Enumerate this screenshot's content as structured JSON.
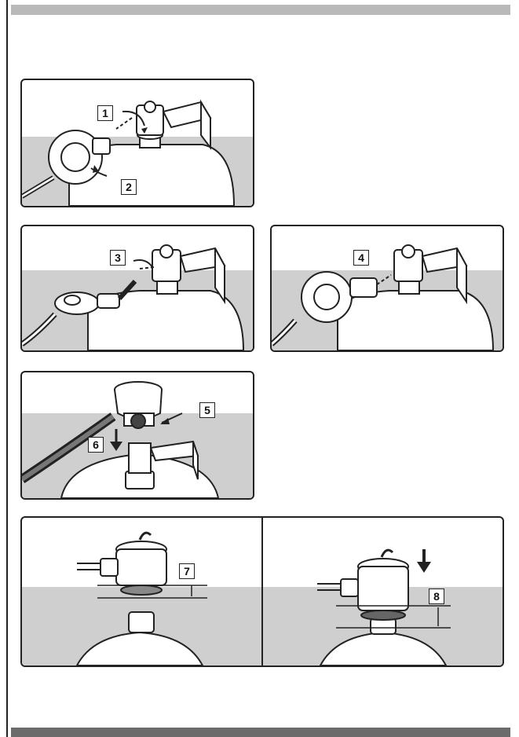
{
  "steps": {
    "s1": "1",
    "s2": "2",
    "s3": "3",
    "s4": "4",
    "s5": "5",
    "s6": "6",
    "s7": "7",
    "s8": "8"
  },
  "colors": {
    "panel_shade": "#cfcfcf",
    "line": "#222222",
    "top_bar": "#b9b9b9",
    "bottom_bar": "#6b6b6b"
  }
}
